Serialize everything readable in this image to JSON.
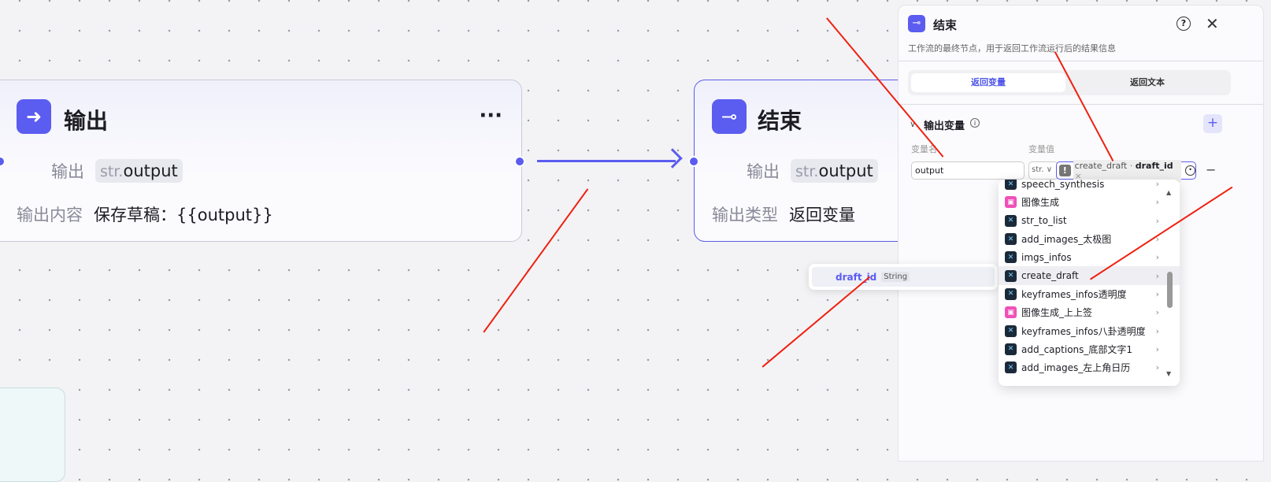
{
  "output_node": {
    "title": "输出",
    "menu": "···",
    "row1_label": "输出",
    "row1_type": "str.",
    "row1_value": "output",
    "row2_label": "输出内容",
    "row2_value": "保存草稿：{{output}}"
  },
  "end_node": {
    "title": "结束",
    "row1_label": "输出",
    "row1_type": "str.",
    "row1_value": "output",
    "row2_label": "输出类型",
    "row2_value": "返回变量"
  },
  "panel": {
    "title": "结束",
    "description": "工作流的最终节点，用于返回工作流运行后的结果信息",
    "tabs": [
      "返回变量",
      "返回文本"
    ],
    "section": "输出变量",
    "col_name": "变量名",
    "col_value": "变量值",
    "var_name": "output",
    "var_type": "str.",
    "ref_node": "create_draft",
    "ref_sep": "·",
    "ref_field": "draft_id",
    "remove": "×",
    "add": "+",
    "minus": "−"
  },
  "submenu": {
    "field": "draft_id",
    "type": "String"
  },
  "dropdown": {
    "items": [
      {
        "label": "speech_synthesis",
        "icon": "plugin"
      },
      {
        "label": "图像生成",
        "icon": "image"
      },
      {
        "label": "str_to_list",
        "icon": "plugin"
      },
      {
        "label": "add_images_太极图",
        "icon": "plugin"
      },
      {
        "label": "imgs_infos",
        "icon": "plugin"
      },
      {
        "label": "create_draft",
        "icon": "plugin"
      },
      {
        "label": "keyframes_infos透明度",
        "icon": "plugin"
      },
      {
        "label": "图像生成_上上签",
        "icon": "image"
      },
      {
        "label": "keyframes_infos八卦透明度",
        "icon": "plugin"
      },
      {
        "label": "add_captions_底部文字1",
        "icon": "plugin"
      },
      {
        "label": "add_images_左上角日历",
        "icon": "plugin"
      }
    ]
  }
}
